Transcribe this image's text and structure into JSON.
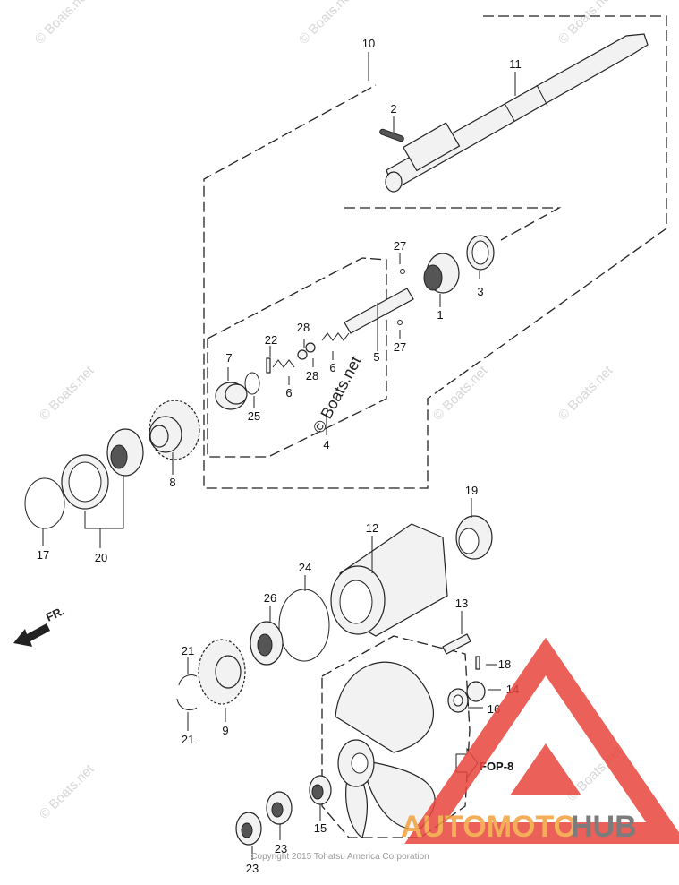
{
  "watermark": "© Boats.net",
  "center_watermark": "© Boats.net",
  "copyright": "Copyright 2015 Tohatsu America Corporation",
  "front_label": "FR.",
  "ref_label": "FOP-8",
  "logo": {
    "text_a": "AUTOMOTO",
    "text_b": "HUB",
    "accent": "#e8453c",
    "accent2": "#f2a03a"
  },
  "callouts": {
    "c10": "10",
    "c11": "11",
    "c2": "2",
    "c27a": "27",
    "c3": "3",
    "c1": "1",
    "c27b": "27",
    "c5": "5",
    "c28a": "28",
    "c28b": "28",
    "c22": "22",
    "c6a": "6",
    "c6b": "6",
    "c7": "7",
    "c25": "25",
    "c4": "4",
    "c8": "8",
    "c17": "17",
    "c20": "20",
    "c19": "19",
    "c12": "12",
    "c24": "24",
    "c26": "26",
    "c13": "13",
    "c21a": "21",
    "c21b": "21",
    "c9": "9",
    "c18": "18",
    "c14": "14",
    "c16": "16",
    "c15": "15",
    "c23a": "23",
    "c23b": "23"
  }
}
